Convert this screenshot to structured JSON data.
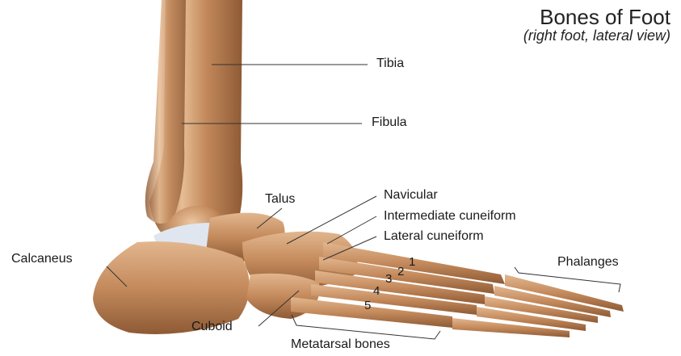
{
  "title": "Bones of Foot",
  "subtitle": "(right foot, lateral view)",
  "labels": {
    "tibia": "Tibia",
    "fibula": "Fibula",
    "talus": "Talus",
    "navicular": "Navicular",
    "intermediate_cuneiform": "Intermediate cuneiform",
    "lateral_cuneiform": "Lateral cuneiform",
    "calcaneus": "Calcaneus",
    "phalanges": "Phalanges",
    "cuboid": "Cuboid",
    "metatarsal_bones": "Metatarsal bones"
  },
  "metatarsal_numbers": [
    "1",
    "2",
    "3",
    "4",
    "5"
  ],
  "colors": {
    "bone": "#c48a5c",
    "bone_light": "#e0b48c",
    "bone_dark": "#8e5a35",
    "cartilage": "#dfe6f0",
    "leader": "#333333"
  }
}
